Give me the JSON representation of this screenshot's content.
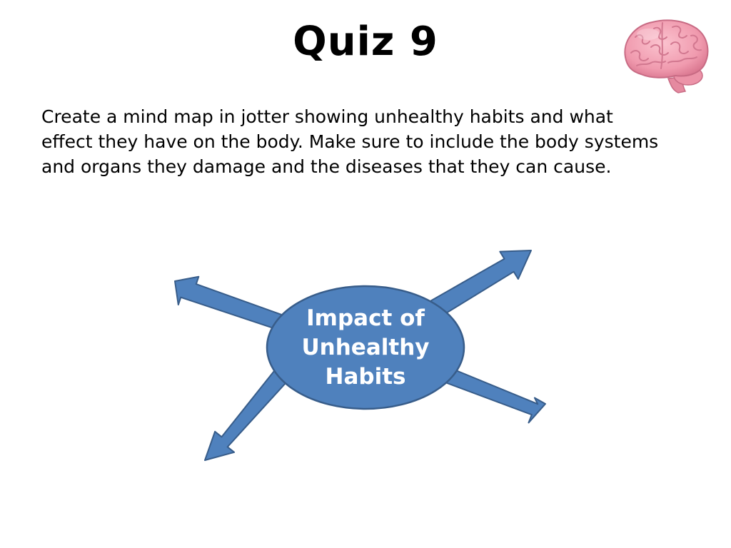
{
  "slide": {
    "title": "Quiz 9",
    "instructions": "Create a mind map in jotter showing unhealthy habits and what effect they have on the body. Make sure to include the body systems and organs they damage and the diseases that they can cause."
  },
  "mind_map": {
    "center_label": "Impact of\nUnhealthy\nHabits",
    "branch_count": 4,
    "fill_color": "#4f81bd",
    "stroke_color": "#385d8a"
  },
  "decoration": {
    "icon": "brain-icon",
    "color": "#f4a7b9"
  }
}
